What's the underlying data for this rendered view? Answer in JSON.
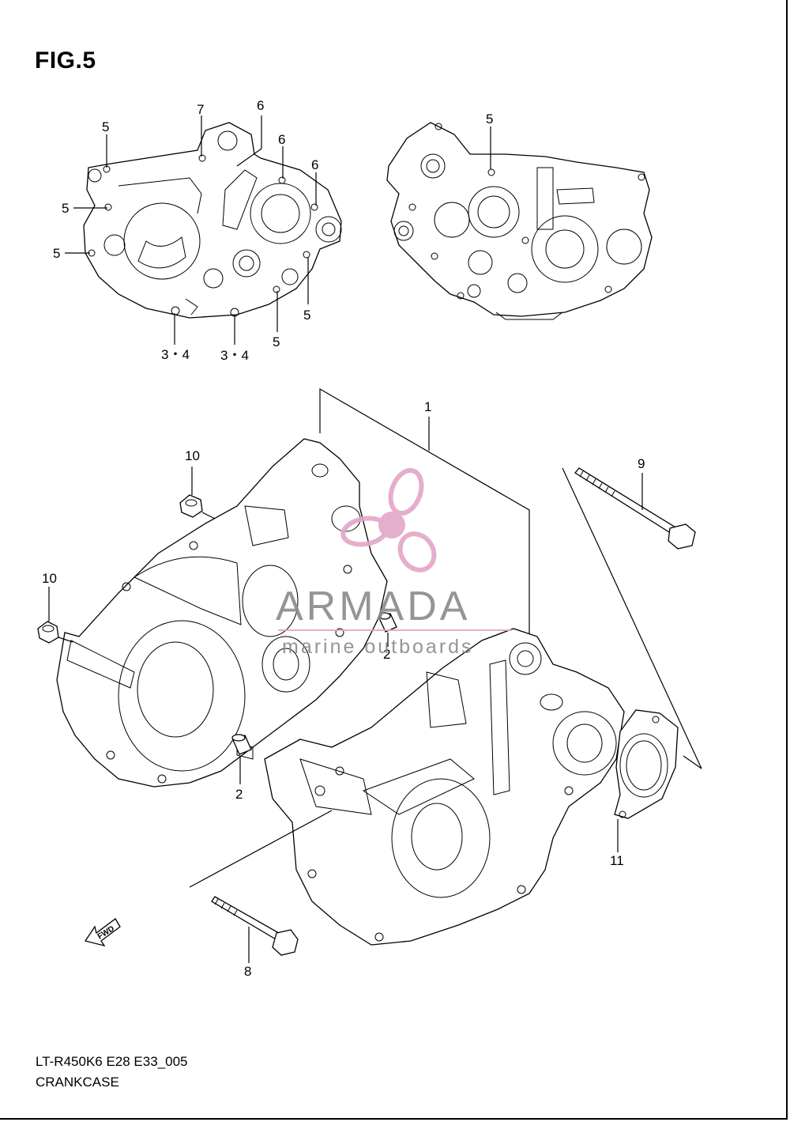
{
  "figure": {
    "title": "FIG.5",
    "code": "LT-R450K6 E28 E33_005",
    "name": "CRANKCASE"
  },
  "callouts": {
    "top_left": [
      "5",
      "5",
      "5",
      "7",
      "6",
      "6",
      "6",
      "5",
      "5",
      "3・4",
      "3・4"
    ],
    "top_right": [
      "5"
    ],
    "crankcase_set": "1",
    "dowel_pin_a": "2",
    "dowel_pin_b": "2",
    "bolt_long": "9",
    "bolt_short": "8",
    "cap_upper": "10",
    "cap_left": "10",
    "oil_seal_retainer": "11"
  },
  "fwd_label": "FWD",
  "watermark": {
    "brand": "ARMADA",
    "tagline": "marine outboards",
    "color": "#e3a6c8"
  }
}
